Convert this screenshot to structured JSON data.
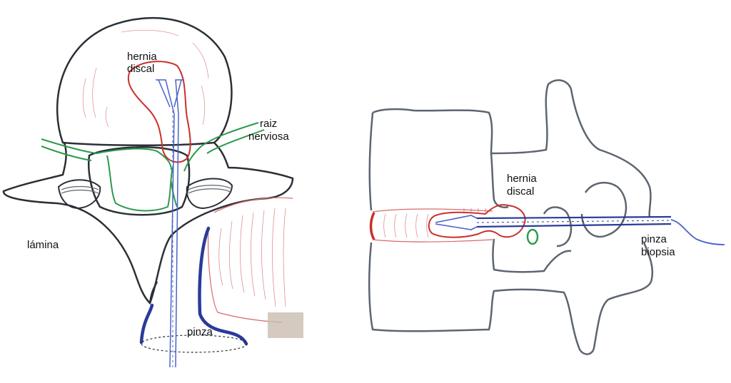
{
  "labels": {
    "left_hernia_line1": "hernia",
    "left_hernia_line2": "discal",
    "root_line1": "raiz",
    "root_line2": "nerviosa",
    "lamina": "lámina",
    "pinza": "pinza",
    "right_hernia_line1": "hernia",
    "right_hernia_line2": "discal",
    "biopsy_line1": "pinza",
    "biopsy_line2": "biopsia"
  },
  "colors": {
    "outline": "#2b2f36",
    "gray_outline": "#5d6570",
    "hernia": "#c9302c",
    "nerve": "#2e9a4c",
    "instrument": "#2a3a9a",
    "instrument_light": "#4a63c9",
    "annulus": "#d86a6a"
  },
  "icons": {
    "left_view": "vertebra-axial-section",
    "right_view": "spine-lateral-section"
  }
}
